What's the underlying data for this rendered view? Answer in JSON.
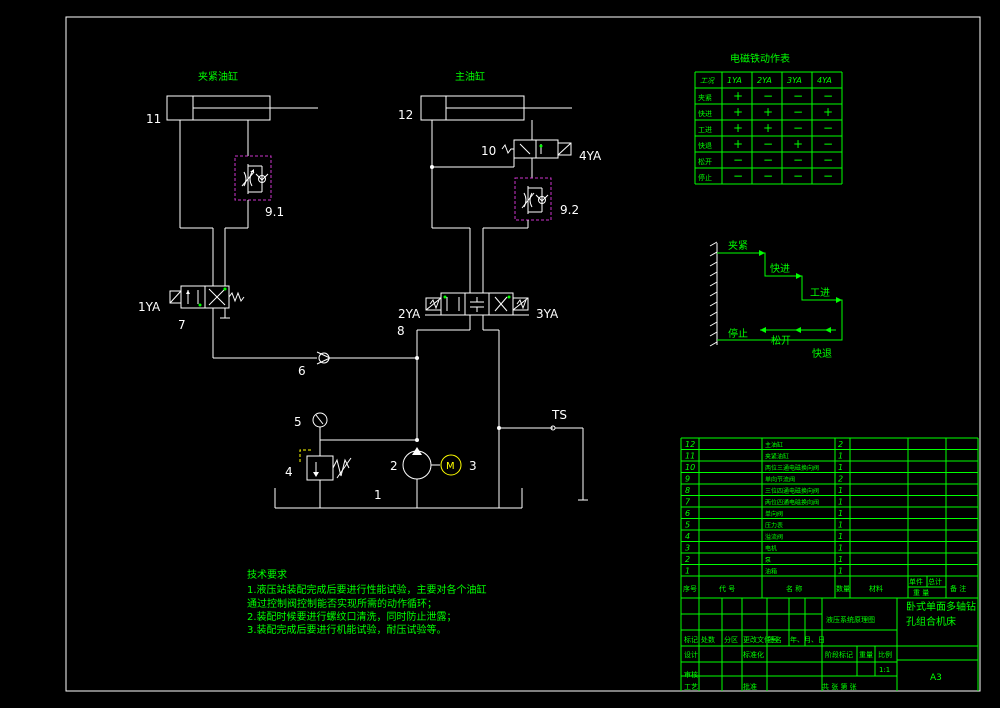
{
  "colors": {
    "background": "#000000",
    "lines": "#ffffff",
    "annotation": "#00ff00",
    "valve_box": "#cc33cc",
    "motor": "#ffff00"
  },
  "cylinders": {
    "clamp_title": "夹紧油缸",
    "main_title": "主油缸"
  },
  "component_labels": {
    "c11": "11",
    "c12": "12",
    "c10": "10",
    "ya4": "4YA",
    "c91": "9.1",
    "c92": "9.2",
    "ya1": "1YA",
    "c7": "7",
    "ya2": "2YA",
    "ya3": "3YA",
    "c8": "8",
    "c6": "6",
    "c5": "5",
    "c4": "4",
    "c2": "2",
    "c3": "3",
    "c1": "1",
    "ts": "TS",
    "motor": "M"
  },
  "solenoid_table": {
    "title": "电磁铁动作表",
    "headers": [
      "工况",
      "1YA",
      "2YA",
      "3YA",
      "4YA"
    ],
    "rows": [
      [
        "夹紧",
        "+",
        "−",
        "−",
        "−"
      ],
      [
        "快进",
        "+",
        "+",
        "−",
        "+"
      ],
      [
        "工进",
        "+",
        "+",
        "−",
        "−"
      ],
      [
        "快退",
        "+",
        "−",
        "+",
        "−"
      ],
      [
        "松开",
        "−",
        "−",
        "−",
        "−"
      ],
      [
        "停止",
        "−",
        "−",
        "−",
        "−"
      ]
    ]
  },
  "cycle_diagram": {
    "steps": [
      "夹紧",
      "快进",
      "工进",
      "快退",
      "松开",
      "停止"
    ]
  },
  "tech_requirements": {
    "title": "技术要求",
    "lines": [
      "1.液压站装配完成后要进行性能试验，主要对各个油缸",
      "通过控制阀控制能否实现所需的动作循环；",
      "2.装配时候要进行螺纹口清洗，同时防止泄露；",
      "3.装配完成后要进行机能试验，耐压试验等。"
    ]
  },
  "parts_list": [
    {
      "no": "12",
      "name": "主油缸",
      "qty": "2"
    },
    {
      "no": "11",
      "name": "夹紧油缸",
      "qty": "1"
    },
    {
      "no": "10",
      "name": "两位三通电磁换向阀",
      "qty": "1"
    },
    {
      "no": "9",
      "name": "单向节流阀",
      "qty": "2"
    },
    {
      "no": "8",
      "name": "三位四通电磁换向阀",
      "qty": "1"
    },
    {
      "no": "7",
      "name": "两位四通电磁换向阀",
      "qty": "1"
    },
    {
      "no": "6",
      "name": "单向阀",
      "qty": "1"
    },
    {
      "no": "5",
      "name": "压力表",
      "qty": "1"
    },
    {
      "no": "4",
      "name": "溢流阀",
      "qty": "1"
    },
    {
      "no": "3",
      "name": "电机",
      "qty": "1"
    },
    {
      "no": "2",
      "name": "泵",
      "qty": "1"
    },
    {
      "no": "1",
      "name": "油箱",
      "qty": "1"
    }
  ],
  "parts_header": {
    "no": "序号",
    "code": "代 号",
    "name": "名 称",
    "qty": "数量",
    "material": "材料",
    "unit_weight": "单件",
    "total_weight": "总计",
    "weight": "重 量",
    "remarks": "备 注"
  },
  "title_block": {
    "drawing_name": "液压系统原理图",
    "product_line1": "卧式单面多轴钻",
    "product_line2": "孔组合机床",
    "scale": "1:1",
    "sheet_size": "A3",
    "labels": {
      "mark": "标记",
      "count": "处数",
      "zone": "分区",
      "change_doc": "更改文件号",
      "signature": "签名",
      "date": "年、月、日",
      "design": "设计",
      "standardize": "标准化",
      "stage": "阶段标记",
      "weight": "重量",
      "scale": "比例",
      "review": "审核",
      "process": "工艺",
      "approve": "批准",
      "sheets": "共 张 第 张"
    }
  }
}
